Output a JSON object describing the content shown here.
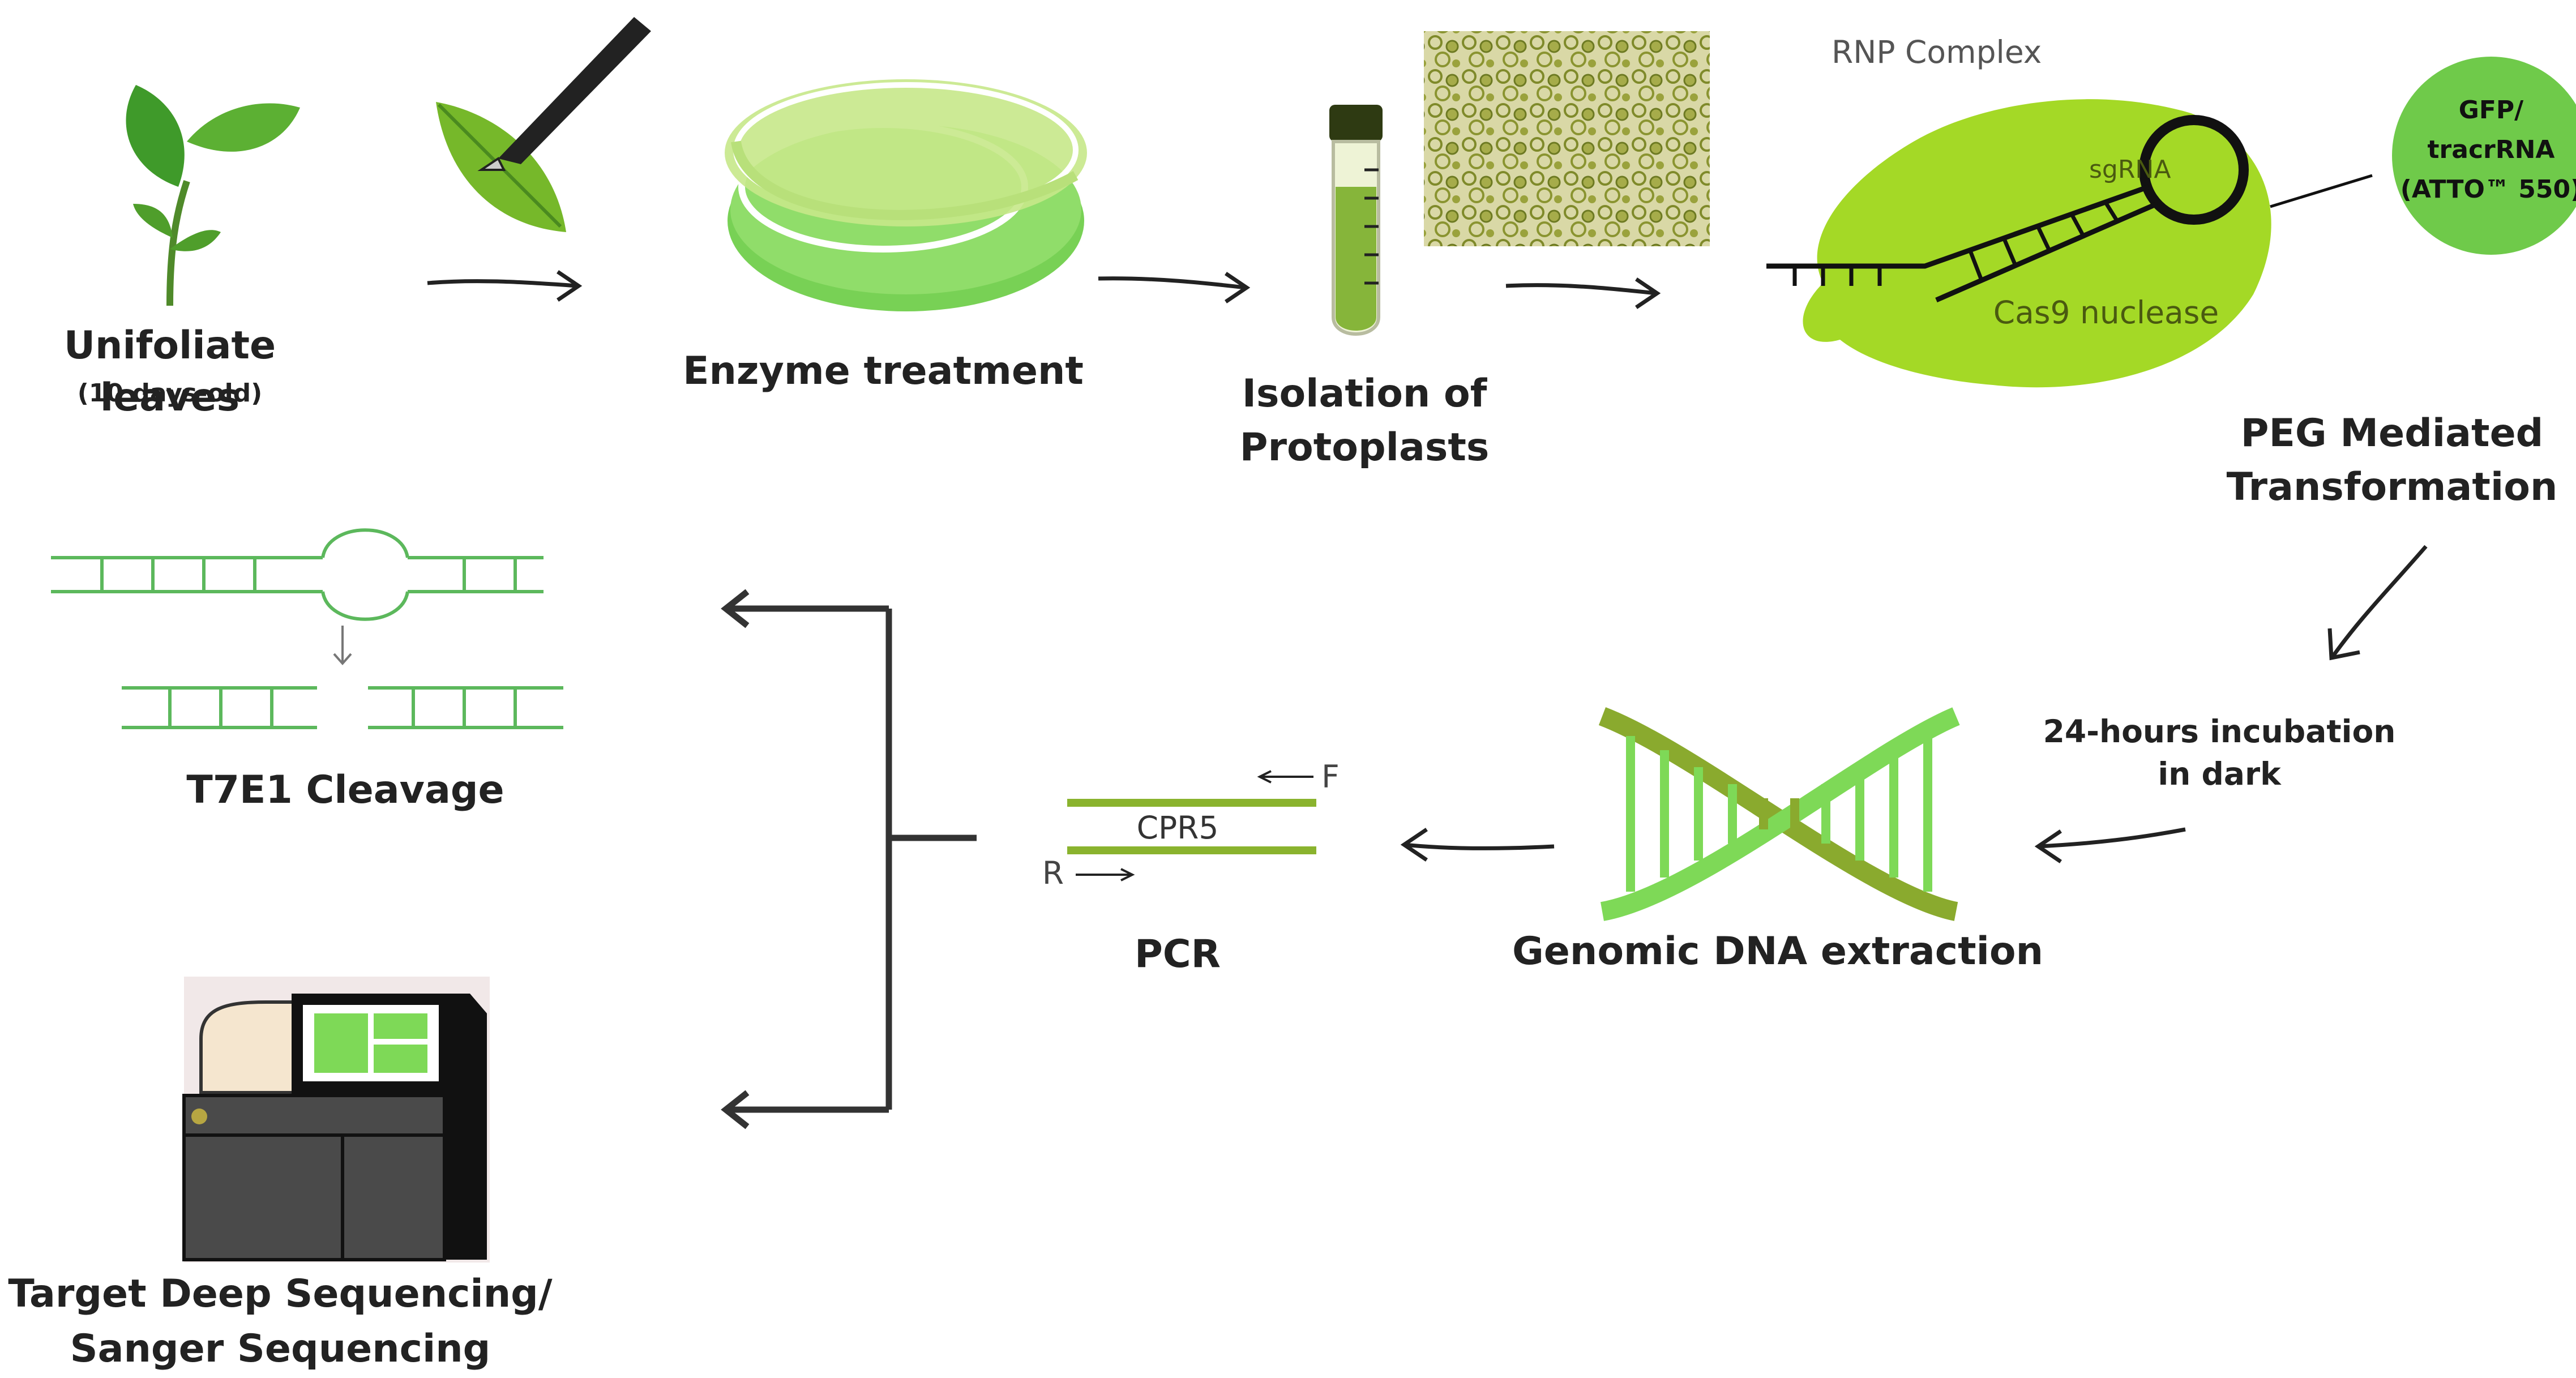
{
  "colors": {
    "leaf_green": "#3c8f2c",
    "light_green": "#9ccd3b",
    "lime": "#9ed421",
    "dna_light": "#7ed957",
    "dna_dark": "#8aaa2e",
    "protoplast_bg": "#c8c88a",
    "arrow": "#222222",
    "strand_green": "#5cb85c"
  },
  "steps": {
    "leaves": {
      "label": "Unifoliate leaves",
      "sub": "(10 days-old)"
    },
    "enzyme": {
      "label": "Enzyme treatment"
    },
    "isolation": {
      "line1": "Isolation of",
      "line2": "Protoplasts"
    },
    "rnp": {
      "title": "RNP Complex",
      "sgrna": "sgRNA",
      "cas9": "Cas9 nuclease",
      "gfp_line1": "GFP/",
      "gfp_line2": "tracrRNA",
      "gfp_line3": "(ATTO™ 550)"
    },
    "peg": {
      "line1": "PEG Mediated",
      "line2": "Transformation"
    },
    "incubation": {
      "line1": "24-hours incubation",
      "line2": "in dark"
    },
    "dna": {
      "label": "Genomic DNA extraction"
    },
    "pcr": {
      "label": "PCR",
      "gene": "CPR5",
      "forward": "F",
      "reverse": "R"
    },
    "t7e1": {
      "label": "T7E1 Cleavage"
    },
    "sequencing": {
      "line1": "Target Deep Sequencing/",
      "line2": "Sanger Sequencing"
    }
  },
  "icons": [
    "seedling-icon",
    "scalpel-icon",
    "petri-dish-icon",
    "test-tube-icon",
    "protoplast-micrograph",
    "rnp-complex-icon",
    "dna-helix-icon",
    "sequencer-icon"
  ]
}
